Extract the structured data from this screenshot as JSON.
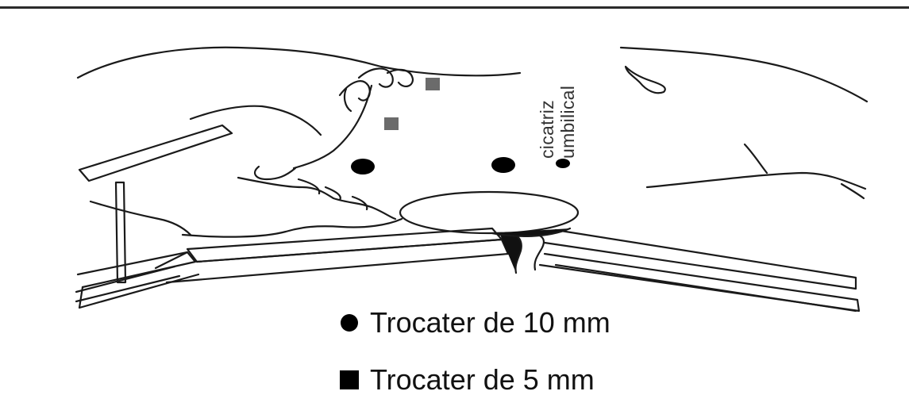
{
  "labels": {
    "umbilical_line1": "cicatriz",
    "umbilical_line2": "umbilical"
  },
  "legend": {
    "items": [
      {
        "shape": "circle",
        "text": "Trocater de 10 mm"
      },
      {
        "shape": "square",
        "text": "Trocater de 5 mm"
      }
    ]
  },
  "colors": {
    "ink": "#111111",
    "port_10mm": "#000000",
    "port_5mm": "#6b6b6b",
    "background": "#ffffff"
  }
}
